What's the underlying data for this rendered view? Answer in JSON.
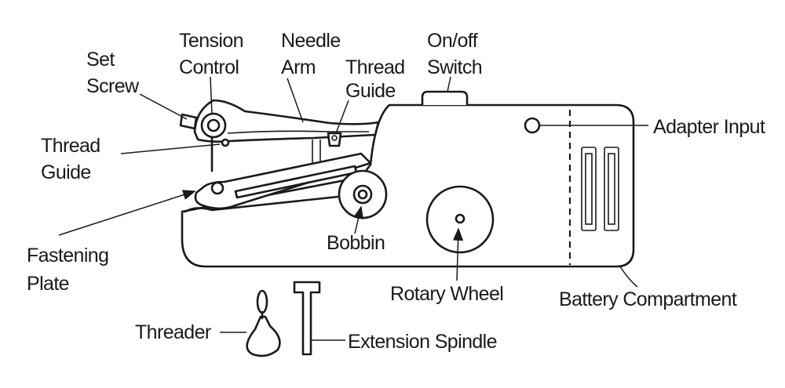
{
  "labels": {
    "set_screw": [
      "Set",
      "Screw"
    ],
    "tension_control": [
      "Tension",
      "Control"
    ],
    "needle_arm": [
      "Needle",
      "Arm"
    ],
    "thread_guide_top": [
      "Thread",
      "Guide"
    ],
    "on_off_switch": [
      "On/off",
      "Switch"
    ],
    "adapter_input": "Adapter Input",
    "thread_guide_left": [
      "Thread",
      "Guide"
    ],
    "fastening_plate": [
      "Fastening",
      "Plate"
    ],
    "bobbin": "Bobbin",
    "rotary_wheel": "Rotary Wheel",
    "battery_compartment": "Battery Compartment",
    "threader": "Threader",
    "extension_spindle": "Extension Spindle"
  },
  "colors": {
    "ink": "#1a1a1a",
    "background": "#ffffff"
  }
}
